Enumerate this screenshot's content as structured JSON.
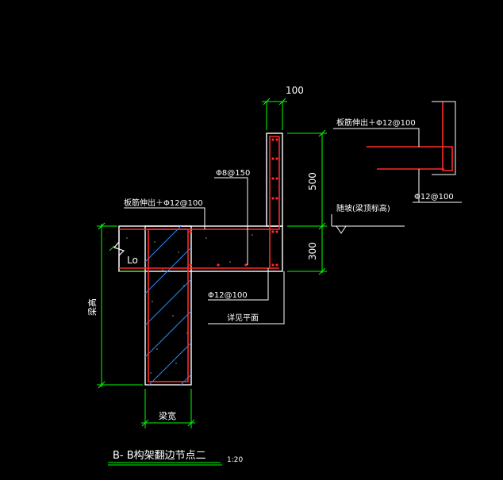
{
  "drawing": {
    "title": "B- B构架翻边节点二",
    "scale": "1:20",
    "dim_top": "100",
    "dim_upper": "500",
    "dim_lower": "300",
    "label_top_rebar": "板筋伸出＋Φ12@100",
    "label_stirrup": "Φ8@150",
    "label_bottom_rebar": "Φ12@100",
    "label_plan": "详见平面",
    "label_lo": "Lo",
    "label_beam_height": "梁高",
    "label_beam_width": "梁宽",
    "label_slope": "随坡(梁顶标高)",
    "detail_label_top": "板筋伸出＋Φ12@100",
    "detail_label_bottom": "Φ12@100"
  },
  "colors": {
    "background": "#000000",
    "outline": "#ffffff",
    "dimension": "#00ff00",
    "rebar": "#ff2a2a",
    "hatch": "#1e90ff",
    "leader": "#ffffff"
  }
}
